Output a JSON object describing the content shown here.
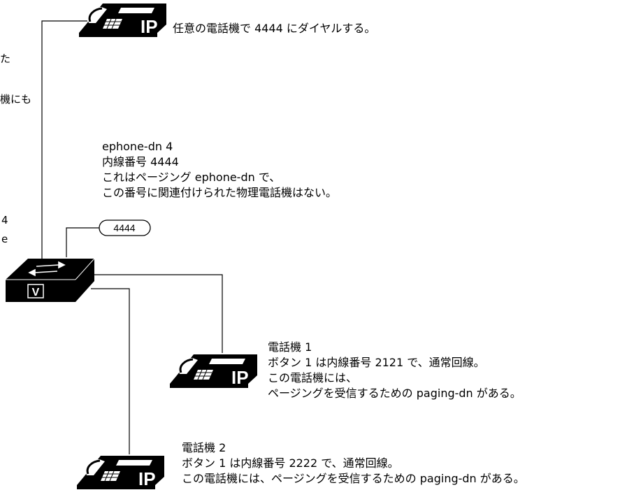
{
  "top_phone": {
    "badge": "IP",
    "caption": "任意の電話機で 4444 にダイヤルする。"
  },
  "left_edge_fragments": [
    "た",
    "機にも",
    "4",
    "e"
  ],
  "ephone_dn4": {
    "lines": [
      "ephone-dn 4",
      "内線番号 4444",
      "これはページング ephone-dn で、",
      "この番号に関連付けられた物理電話機はない。"
    ]
  },
  "paging_tag": "4444",
  "router": {
    "badge": "V"
  },
  "phone1": {
    "badge": "IP",
    "lines": [
      "電話機 1",
      "ボタン 1 は内線番号 2121 で、通常回線。",
      "この電話機には、",
      "ページングを受信するための paging-dn がある。"
    ]
  },
  "phone2": {
    "badge": "IP",
    "lines": [
      "電話機 2",
      "ボタン 1 は内線番号 2222 で、通常回線。",
      "この電話機には、ページングを受信するための paging-dn がある。"
    ]
  }
}
